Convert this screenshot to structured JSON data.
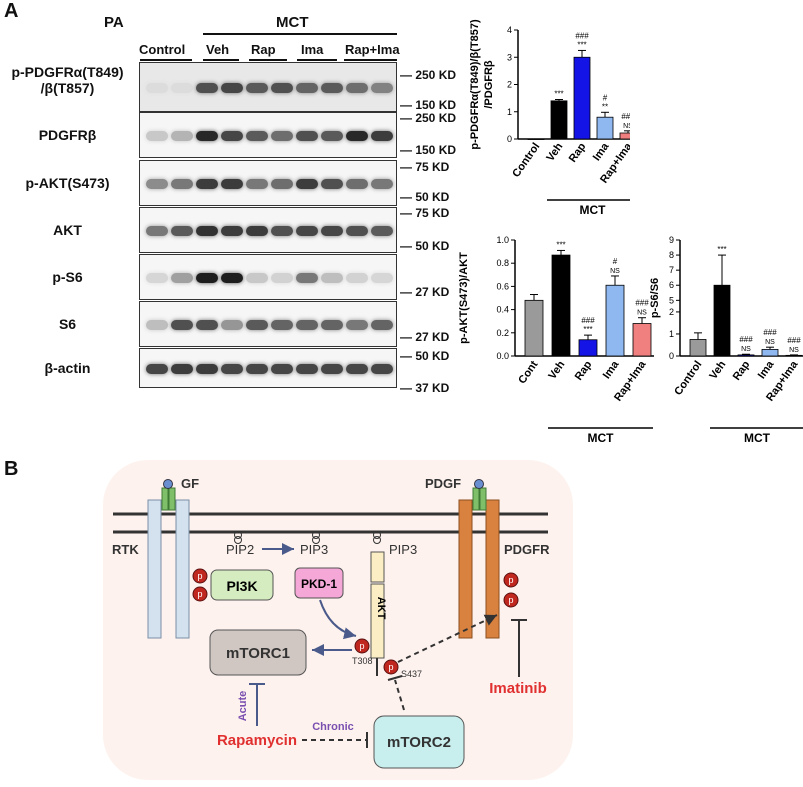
{
  "panelA": {
    "letter": "A",
    "tissue": "PA",
    "group_label": "MCT",
    "lanes": [
      "Control",
      "Veh",
      "Rap",
      "Ima",
      "Rap+Ima"
    ],
    "blots": [
      {
        "label": "p-PDGFRα(T849)\n/β(T857)",
        "markers": [
          "250 KD",
          "150 KD"
        ]
      },
      {
        "label": "PDGFRβ",
        "markers": [
          "250 KD",
          "150 KD"
        ]
      },
      {
        "label": "p-AKT(S473)",
        "markers": [
          "75 KD",
          "50 KD"
        ]
      },
      {
        "label": "AKT",
        "markers": [
          "75 KD",
          "50 KD"
        ]
      },
      {
        "label": "p-S6",
        "markers": [
          "27 KD"
        ]
      },
      {
        "label": "S6",
        "markers": [
          "27 KD"
        ]
      },
      {
        "label": "β-actin",
        "markers": [
          "50 KD",
          "37 KD"
        ]
      }
    ]
  },
  "colors": {
    "control": "#9a9a9a",
    "veh": "#000000",
    "rap": "#1414e6",
    "ima": "#8fb8f0",
    "rapima": "#f08080"
  },
  "chart_data": [
    {
      "type": "bar",
      "ylabel": "p-PDGFRα(T849)/β(T857)\n/PDGFRβ",
      "categories": [
        "Control",
        "Veh",
        "Rap",
        "Ima",
        "Rap+Ima"
      ],
      "values": [
        0.0,
        1.4,
        3.0,
        0.8,
        0.22
      ],
      "errors": [
        0.0,
        0.05,
        0.25,
        0.18,
        0.08
      ],
      "ylim": [
        0,
        4
      ],
      "yticks": [
        "0",
        "1",
        "2",
        "3",
        "4"
      ],
      "annotations": [
        [],
        [
          "***"
        ],
        [
          "###",
          "***"
        ],
        [
          "#",
          "**"
        ],
        [
          "###",
          "NS"
        ]
      ],
      "group_label": "MCT"
    },
    {
      "type": "bar",
      "ylabel": "p-AKT(S473)/AKT",
      "categories": [
        "Cont",
        "Veh",
        "Rap",
        "Ima",
        "Rap+Ima"
      ],
      "values": [
        0.48,
        0.87,
        0.14,
        0.61,
        0.28
      ],
      "errors": [
        0.05,
        0.04,
        0.04,
        0.08,
        0.05
      ],
      "ylim": [
        0,
        1.0
      ],
      "yticks": [
        "0.0",
        "0.2",
        "0.4",
        "0.6",
        "0.8",
        "1.0"
      ],
      "annotations": [
        [],
        [
          "***"
        ],
        [
          "###",
          "***"
        ],
        [
          "#",
          "NS"
        ],
        [
          "###",
          "NS"
        ]
      ],
      "group_label": "MCT"
    },
    {
      "type": "bar",
      "ylabel": "p-S6/S6",
      "categories": [
        "Control",
        "Veh",
        "Rap",
        "Ima",
        "Rap+Ima"
      ],
      "values": [
        0.75,
        6.0,
        0.05,
        0.3,
        0.03
      ],
      "errors": [
        0.3,
        2.0,
        0.03,
        0.1,
        0.02
      ],
      "ylim": [
        0,
        9
      ],
      "yticks": [
        "0",
        "1",
        "2",
        "5",
        "6",
        "7",
        "8",
        "9"
      ],
      "axis_break": true,
      "annotations": [
        [],
        [
          "***"
        ],
        [
          "###",
          "NS"
        ],
        [
          "###",
          "NS"
        ],
        [
          "###",
          "NS"
        ]
      ],
      "group_label": "MCT"
    }
  ],
  "panelB": {
    "letter": "B",
    "gf": "GF",
    "pdgf": "PDGF",
    "rtk": "RTK",
    "pdgfr": "PDGFR",
    "pip2": "PIP2",
    "pip3a": "PIP3",
    "pip3b": "PIP3",
    "pi3k": "PI3K",
    "pkd1": "PKD-1",
    "akt": "AKT",
    "mtorc1": "mTORC1",
    "mtorc2": "mTORC2",
    "t308": "T308",
    "s437": "S437",
    "p": "p",
    "imatinib": "Imatinib",
    "rapamycin": "Rapamycin",
    "acute": "Acute",
    "chronic": "Chronic"
  }
}
